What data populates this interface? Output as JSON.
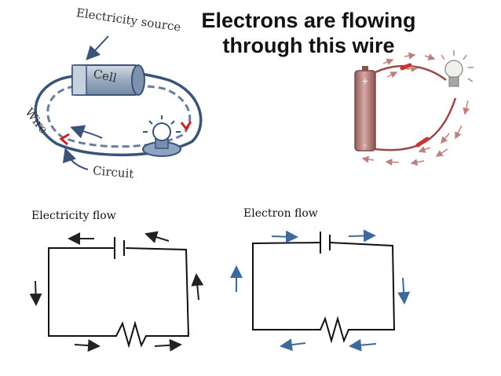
{
  "title": {
    "line1": "Electrons are flowing",
    "line2": "through this wire"
  },
  "illustration_labels": {
    "source": "Electricity source",
    "cell": "Cell",
    "wire": "Wire",
    "circuit": "Circuit"
  },
  "battery_signs": {
    "plus": "+",
    "minus": "-"
  },
  "diagrams": {
    "electricity_flow": {
      "caption": "Electricity flow",
      "arrow_color": "#222222"
    },
    "electron_flow": {
      "caption": "Electron flow",
      "arrow_color": "#3c6a9a"
    }
  },
  "colors": {
    "wire": "#3a5478",
    "cell": "#9aabbf",
    "battery": "#b07a78",
    "accent_red": "#cc2222",
    "electron_arrow": "#3c6a9a"
  }
}
